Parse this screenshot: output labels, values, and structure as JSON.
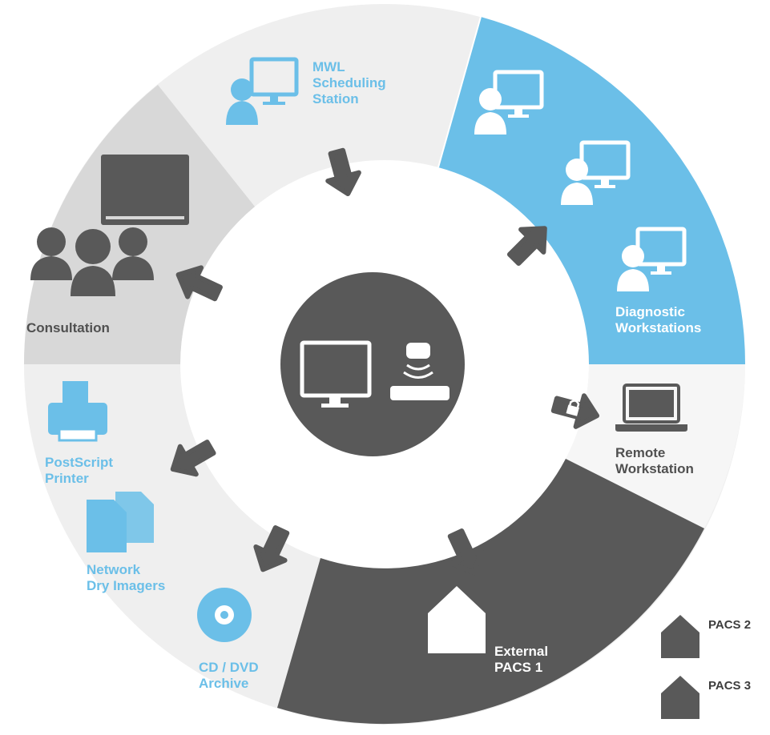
{
  "colors": {
    "blue": "#6bbfe8",
    "dark": "#595959",
    "light_grey": "#efefef",
    "mid_grey": "#d8d8d8",
    "white": "#ffffff"
  },
  "center": {
    "icons": [
      "monitor-icon",
      "scanner-icon"
    ]
  },
  "segments": {
    "mwl": {
      "label": "MWL\nScheduling\nStation",
      "icon": "user-workstation-icon"
    },
    "diagnostic": {
      "label": "Diagnostic\nWorkstations",
      "icon": "user-workstation-icon"
    },
    "remote": {
      "label": "Remote\nWorkstation",
      "icon": "laptop-icon",
      "connection_icon": "lock-icon"
    },
    "external_pacs": {
      "label": "External\nPACS 1",
      "icon": "house-icon"
    },
    "cd_dvd": {
      "label": "CD / DVD\nArchive",
      "icon": "disc-icon"
    },
    "dry_imagers": {
      "label": "Network\nDry Imagers",
      "icon": "documents-icon"
    },
    "printer": {
      "label": "PostScript\nPrinter",
      "icon": "printer-icon"
    },
    "consultation": {
      "label": "Consultation",
      "icon": "group-icon"
    }
  },
  "pacs_extra": [
    {
      "label": "PACS 2",
      "icon": "house-icon"
    },
    {
      "label": "PACS 3",
      "icon": "house-icon"
    }
  ]
}
